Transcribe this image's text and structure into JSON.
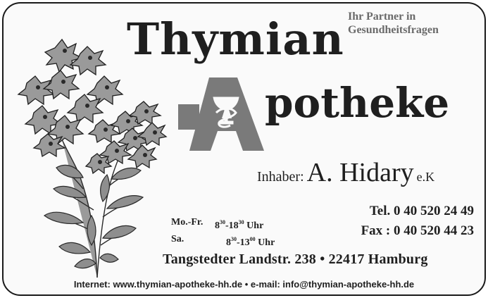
{
  "header": {
    "title": "Thymian",
    "tagline_line1": "Ihr Partner in",
    "tagline_line2": "Gesundheitsfragen",
    "subtitle": "potheke"
  },
  "logo": {
    "icon": "apotheke-a-logo-icon"
  },
  "illustration": {
    "icon": "thyme-plant-icon"
  },
  "owner": {
    "label": "Inhaber:",
    "name": "A. Hidary",
    "suffix": "e.K"
  },
  "hours": {
    "weekday_label": "Mo.-Fr.",
    "weekday_open_h": "8",
    "weekday_open_m": "30",
    "weekday_close_h": "-18",
    "weekday_close_m": "30",
    "weekday_unit": "Uhr",
    "saturday_label": "Sa.",
    "saturday_open_h": "8",
    "saturday_open_m": "30",
    "saturday_close_h": "-13",
    "saturday_close_m": "00",
    "saturday_unit": "Uhr"
  },
  "phone": {
    "tel": "Tel. 0 40 520 24 49",
    "fax": "Fax : 0 40 520 44 23"
  },
  "address": "Tangstedter Landstr. 238 • 22417 Hamburg",
  "contact": "Internet: www.thymian-apotheke-hh.de • e-mail: info@thymian-apotheke-hh.de",
  "colors": {
    "text": "#1f1f1f",
    "tagline": "#6a6a6a",
    "logo_fill": "#7a7a7a",
    "leaf_fill": "#8e8e8e",
    "flower_fill": "#9a9a9a"
  }
}
